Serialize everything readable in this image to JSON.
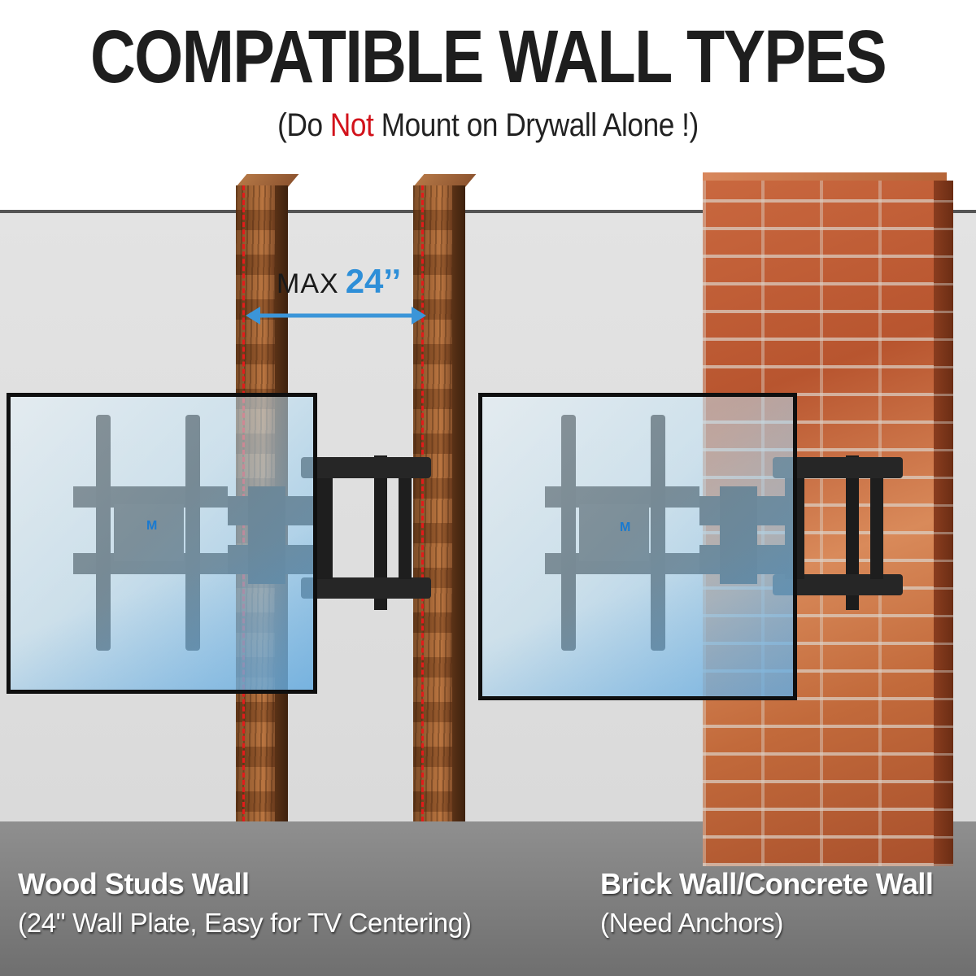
{
  "header": {
    "title": "COMPATIBLE WALL TYPES",
    "subtitle_prefix": "(Do ",
    "subtitle_highlight": "Not",
    "subtitle_suffix": " Mount on Drywall Alone !)"
  },
  "measure": {
    "label": "MAX",
    "value": "24’’"
  },
  "left_panel": {
    "title": "Wood Studs Wall",
    "note": "(24\" Wall Plate, Easy for TV Centering)"
  },
  "right_panel": {
    "title": "Brick Wall/Concrete Wall",
    "note": "(Need Anchors)"
  },
  "colors": {
    "warning": "#d2121b",
    "measure_accent": "#2e8fd8",
    "stud_marker": "#e21b1b",
    "label_text": "#ffffff"
  },
  "icons": {
    "measure_arrow": "double-headed-arrow-icon",
    "logo": "brand-logo-icon"
  }
}
